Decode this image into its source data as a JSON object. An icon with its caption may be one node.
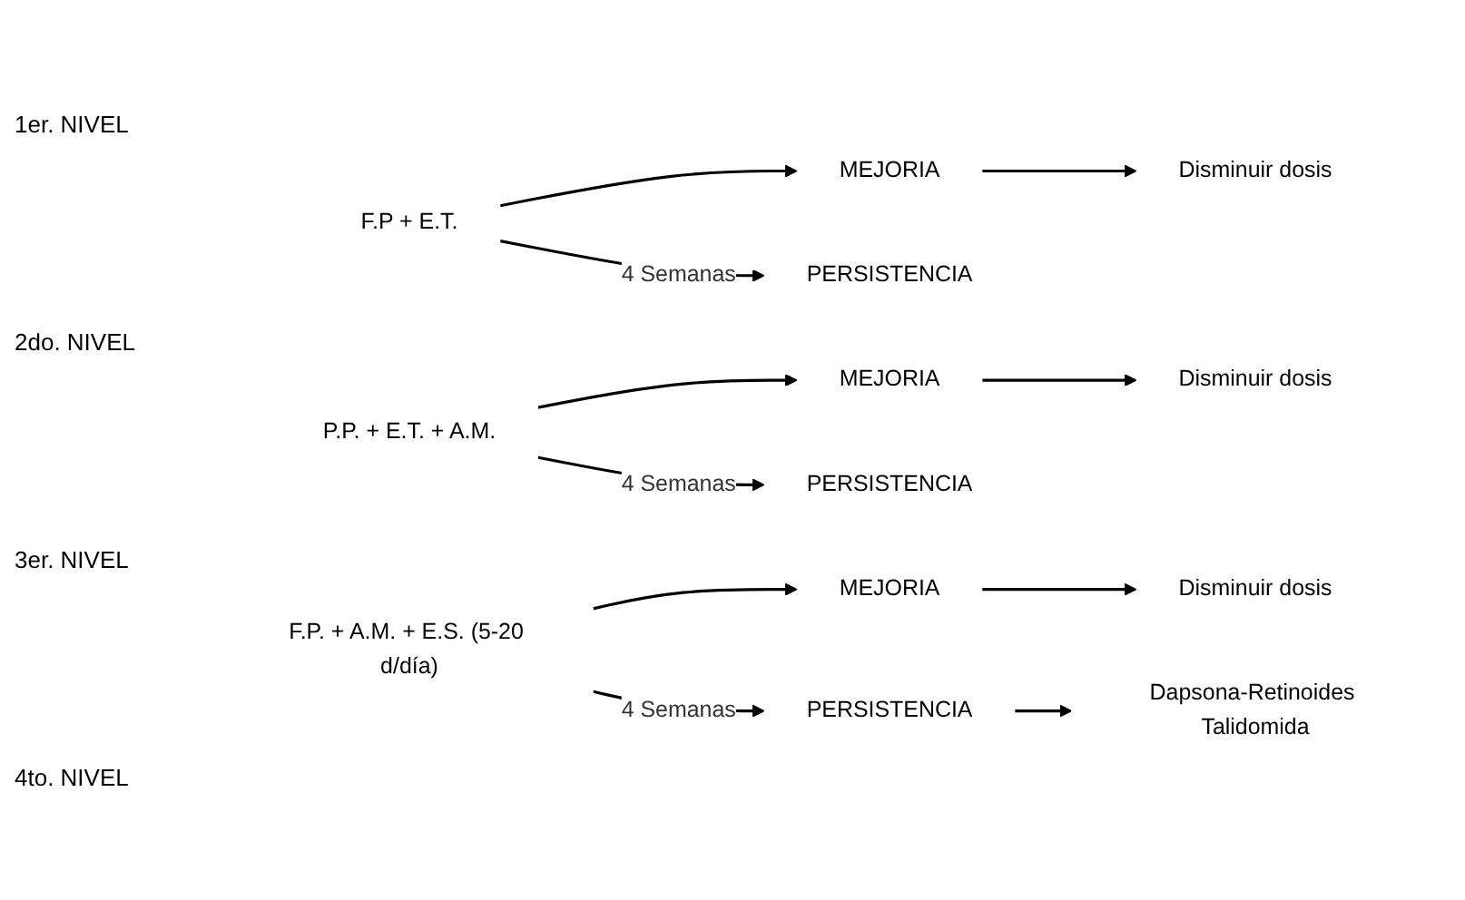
{
  "diagram": {
    "nodes": [
      {
        "text": [
          "F.P + E.T."
        ]
      },
      {
        "text": [
          "MEJORIA"
        ]
      },
      {
        "text": [
          "Disminuir dosis"
        ]
      },
      {
        "text": [
          "PERSISTENCIA"
        ]
      },
      {
        "text": [
          "P.P. + E.T. + A.M."
        ]
      },
      {
        "text": [
          "MEJORIA"
        ]
      },
      {
        "text": [
          "Disminuir dosis"
        ]
      },
      {
        "text": [
          "PERSISTENCIA"
        ]
      },
      {
        "text": [
          "F.P. + A.M. + E.S. (5-20 d/día)"
        ]
      },
      {
        "text": [
          "MEJORIA"
        ]
      },
      {
        "text": [
          "Disminuir dosis"
        ]
      },
      {
        "text": [
          "PERSISTENCIA"
        ]
      },
      {
        "text": [
          "Dapsona-Retinoides Talidomida"
        ]
      }
    ],
    "edges": [
      {
        "from": 0,
        "to": 1,
        "arrow": "to"
      },
      {
        "from": 1,
        "to": 2,
        "arrow": "to"
      },
      {
        "from": 0,
        "to": 3,
        "arrow": "to",
        "label": "4 Semanas"
      },
      {
        "from": 4,
        "to": 5,
        "arrow": "to"
      },
      {
        "from": 5,
        "to": 6,
        "arrow": "to"
      },
      {
        "from": 4,
        "to": 7,
        "arrow": "to",
        "label": "4 Semanas"
      },
      {
        "from": 8,
        "to": 9,
        "arrow": "to"
      },
      {
        "from": 9,
        "to": 10,
        "arrow": "to"
      },
      {
        "from": 8,
        "to": 11,
        "arrow": "to",
        "label": "4 Semanas"
      },
      {
        "from": 11,
        "to": 12,
        "arrow": "to"
      }
    ],
    "labels": [
      "1er. NIVEL",
      "2do. NIVEL",
      "3er. NIVEL",
      "4to. NIVEL"
    ]
  }
}
